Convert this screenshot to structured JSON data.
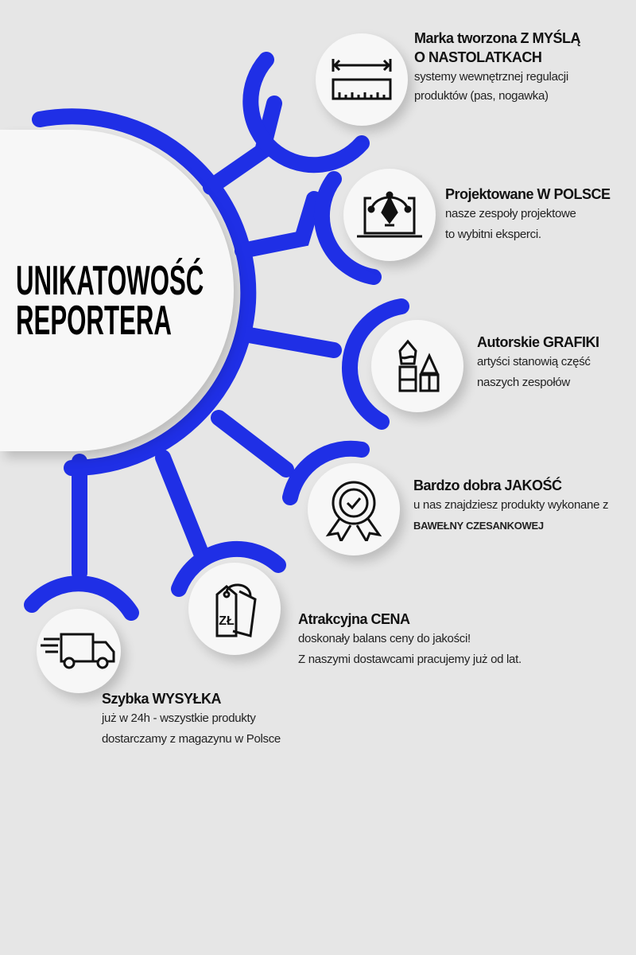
{
  "main_title": {
    "line1": "UNIKATOWOŚĆ",
    "line2": "REPORTERA"
  },
  "colors": {
    "accent": "#1f2fe6",
    "background": "#e6e6e6",
    "circle": "#f7f7f7"
  },
  "items": [
    {
      "icon": "ruler-width-icon",
      "title1": "Marka tworzona Z MYŚLĄ",
      "title2": "O NASTOLATKACH",
      "desc1": "systemy wewnętrznej regulacji",
      "desc2": "produktów (pas, nogawka)"
    },
    {
      "icon": "pen-tool-laptop-icon",
      "title1": "Projektowane W POLSCE",
      "desc1": "nasze zespoły projektowe",
      "desc2": "to wybitni eksperci."
    },
    {
      "icon": "paint-brushes-icon",
      "title1": "Autorskie GRAFIKI",
      "desc1": "artyści stanowią część",
      "desc2": "naszych zespołów"
    },
    {
      "icon": "quality-badge-icon",
      "title1": "Bardzo dobra JAKOŚĆ",
      "desc1": "u nas znajdziesz produkty wykonane z",
      "desc2": "BAWEŁNY CZESANKOWEJ"
    },
    {
      "icon": "price-tag-icon",
      "icon_text": "ZŁ",
      "title1": "Atrakcyjna CENA",
      "desc1": "doskonały balans ceny do jakości!",
      "desc2": "Z naszymi dostawcami pracujemy już od lat."
    },
    {
      "icon": "fast-delivery-truck-icon",
      "title1": "Szybka WYSYŁKA",
      "desc1": "już w 24h - wszystkie produkty",
      "desc2": "dostarczamy z magazynu w Polsce"
    }
  ]
}
